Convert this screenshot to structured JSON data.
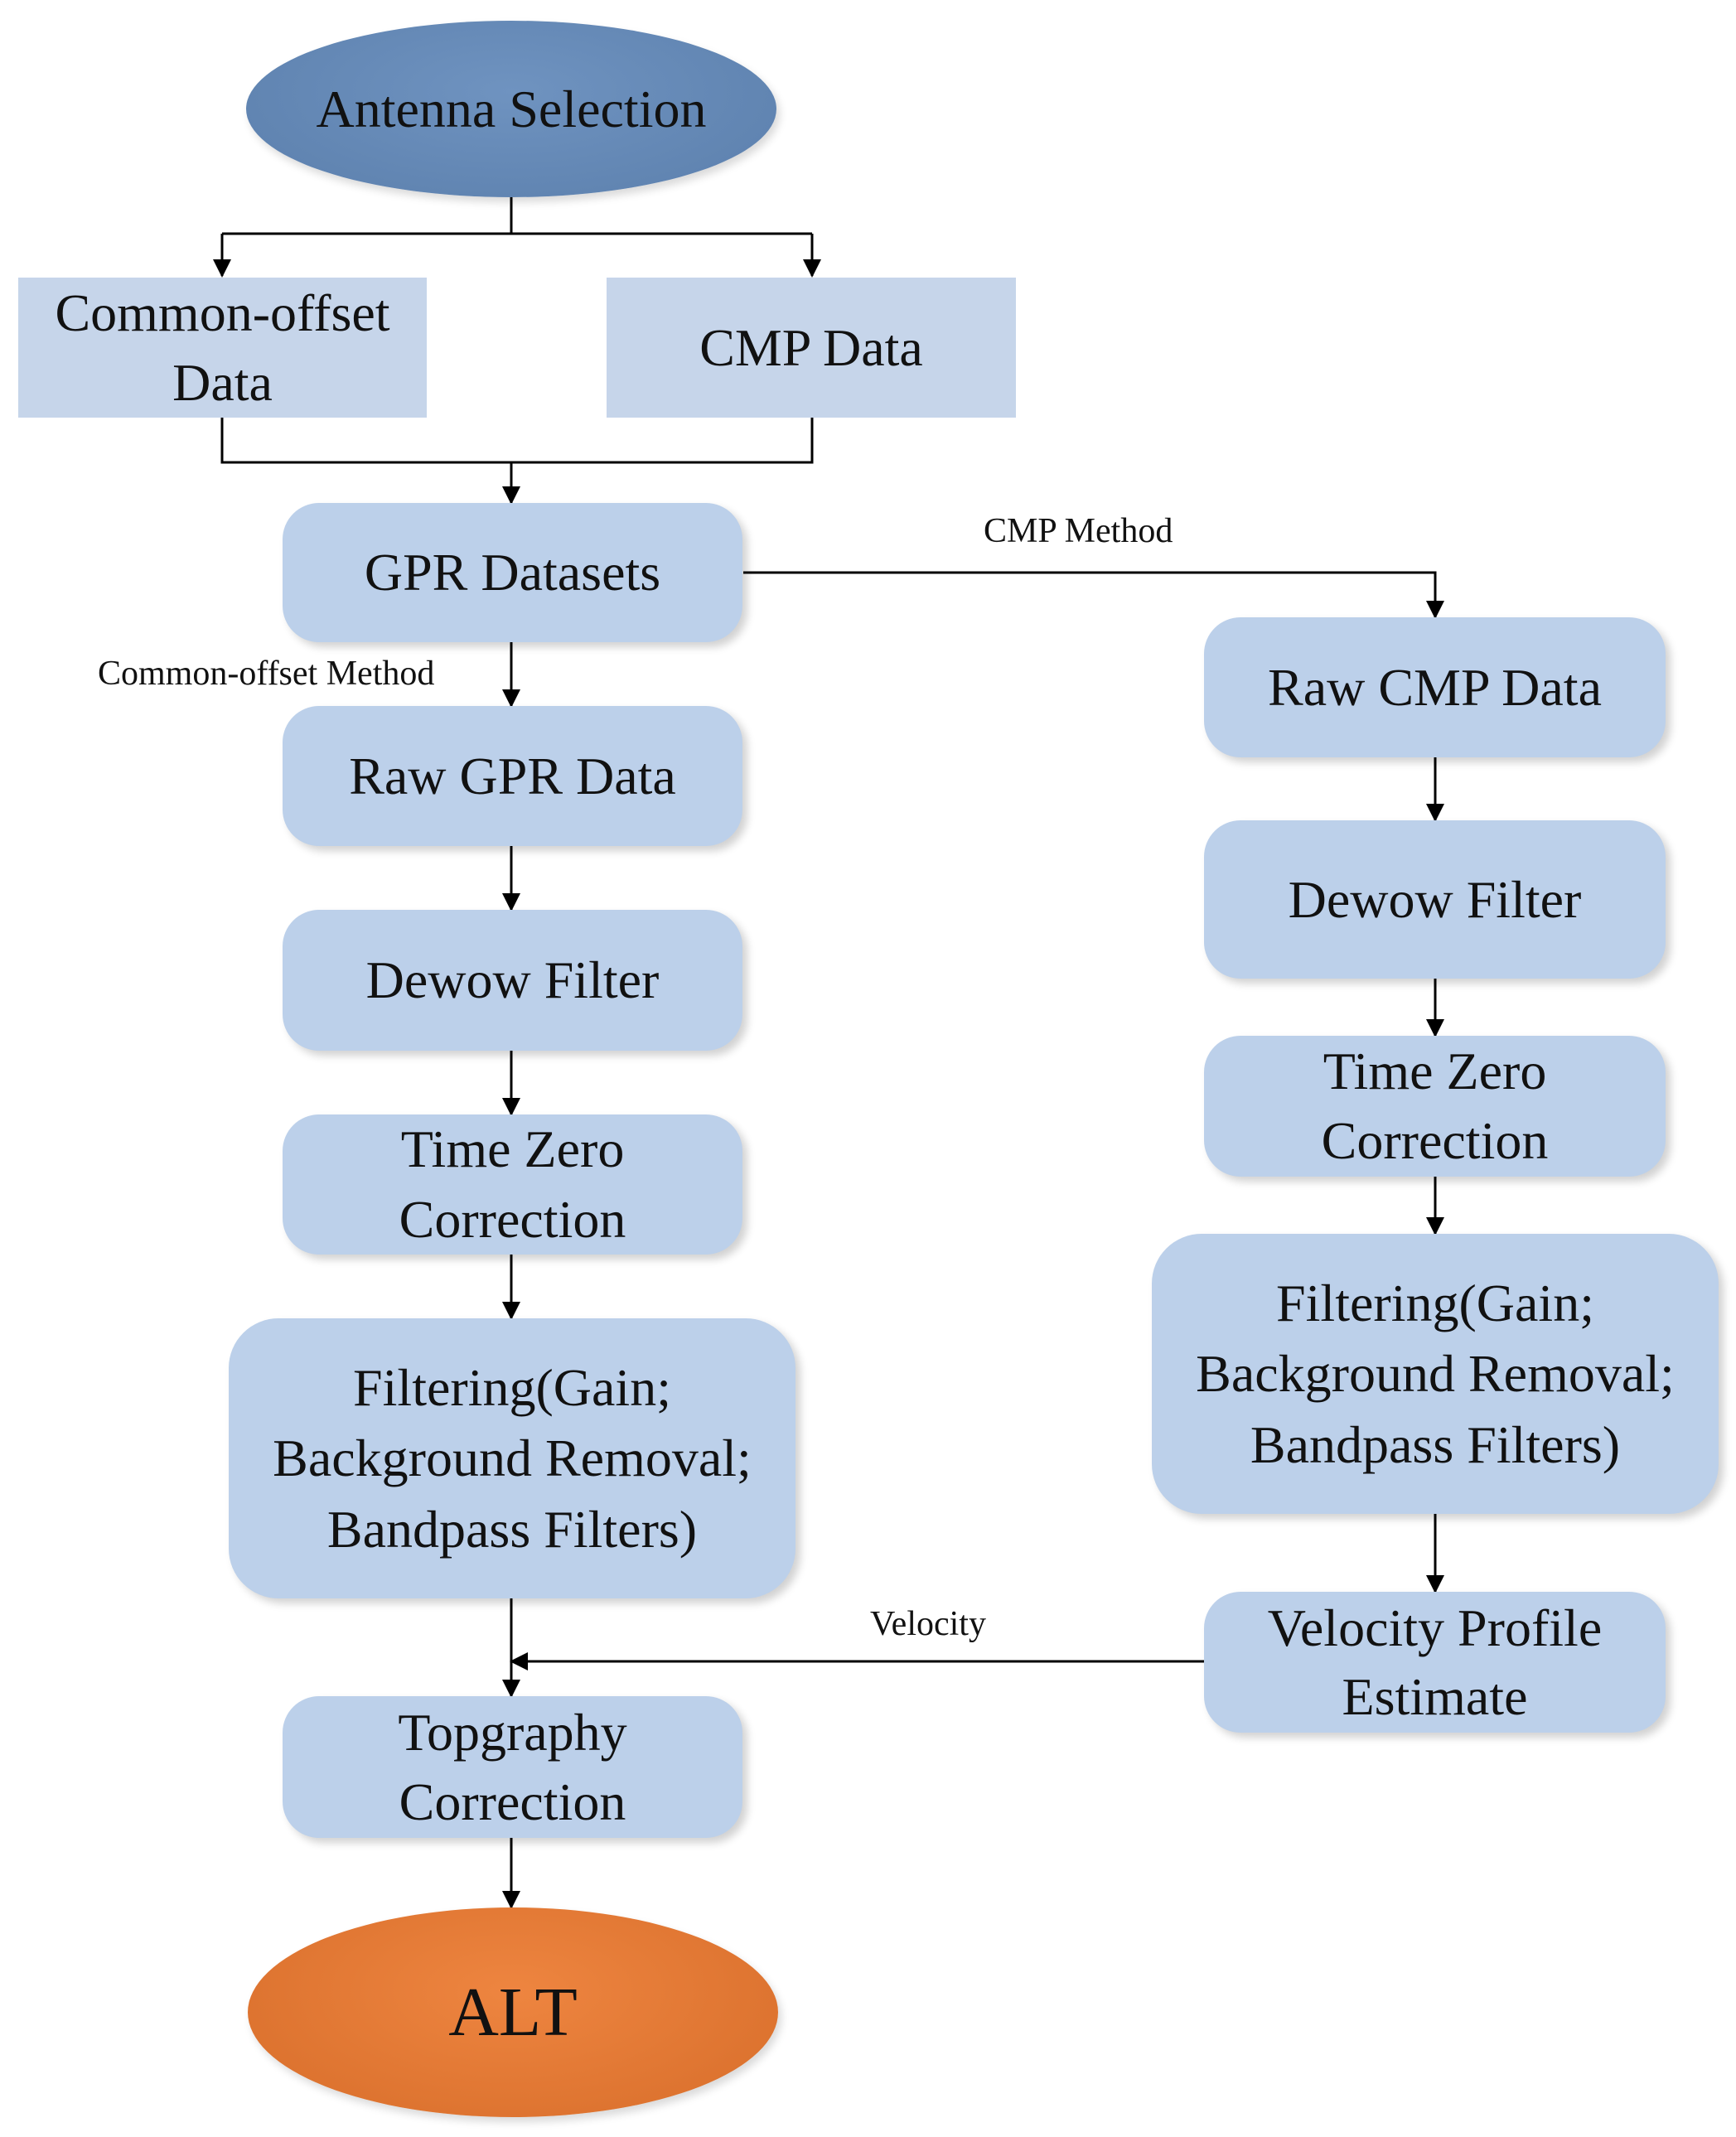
{
  "nodes": {
    "antenna": "Antenna Selection",
    "common_offset_data": "Common-offset\nData",
    "cmp_data": "CMP Data",
    "gpr_datasets": "GPR Datasets",
    "raw_gpr": "Raw GPR Data",
    "dewow_left": "Dewow Filter",
    "timezero_left": "Time Zero\nCorrection",
    "filtering_left": "Filtering(Gain;\nBackground Removal;\nBandpass Filters)",
    "topography": "Topgraphy\nCorrection",
    "alt": "ALT",
    "raw_cmp": "Raw CMP Data",
    "dewow_right": "Dewow Filter",
    "timezero_right": "Time Zero\nCorrection",
    "filtering_right": "Filtering(Gain;\nBackground Removal;\nBandpass Filters)",
    "velocity_profile": "Velocity Profile\nEstimate"
  },
  "edge_labels": {
    "cmp_method": "CMP Method",
    "common_offset_method": "Common-offset Method",
    "velocity": "Velocity"
  },
  "colors": {
    "start_ellipse": "#5b7fac",
    "end_ellipse": "#d76d2a",
    "box_fill": "#bcd0ea",
    "line": "#000000"
  }
}
